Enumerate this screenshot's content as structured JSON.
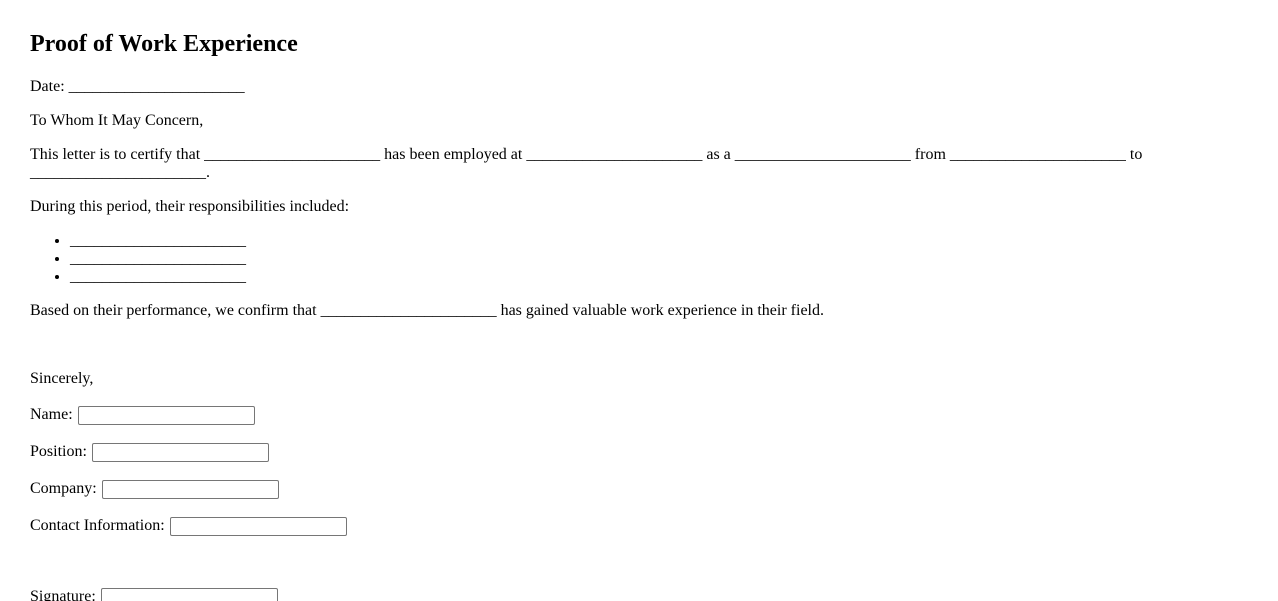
{
  "document": {
    "title": "Proof of Work Experience",
    "blank": "______________________",
    "date_label": "Date:",
    "salutation": "To Whom It May Concern,",
    "certify": {
      "t1": "This letter is to certify that",
      "b1": "______________________",
      "t2": "has been employed at",
      "b2": "______________________",
      "t3": "as a",
      "b3": "______________________",
      "t4": "from",
      "b4": "______________________",
      "t5": "to",
      "b5": "______________________",
      "period": "."
    },
    "responsibilities_intro": "During this period, their responsibilities included:",
    "responsibilities": [
      "______________________",
      "______________________",
      "______________________"
    ],
    "confirmation": {
      "t1": "Based on their performance, we confirm that",
      "b1": "______________________",
      "t2": "has gained valuable work experience in their field."
    },
    "closing": "Sincerely,",
    "fields": [
      {
        "label": "Name:",
        "value": ""
      },
      {
        "label": "Position:",
        "value": ""
      },
      {
        "label": "Company:",
        "value": ""
      },
      {
        "label": "Contact Information:",
        "value": ""
      },
      {
        "label": "Signature:",
        "value": ""
      }
    ],
    "colors": {
      "page_background": "#ffffff",
      "text": "#000000",
      "input_border": "#767676"
    }
  }
}
